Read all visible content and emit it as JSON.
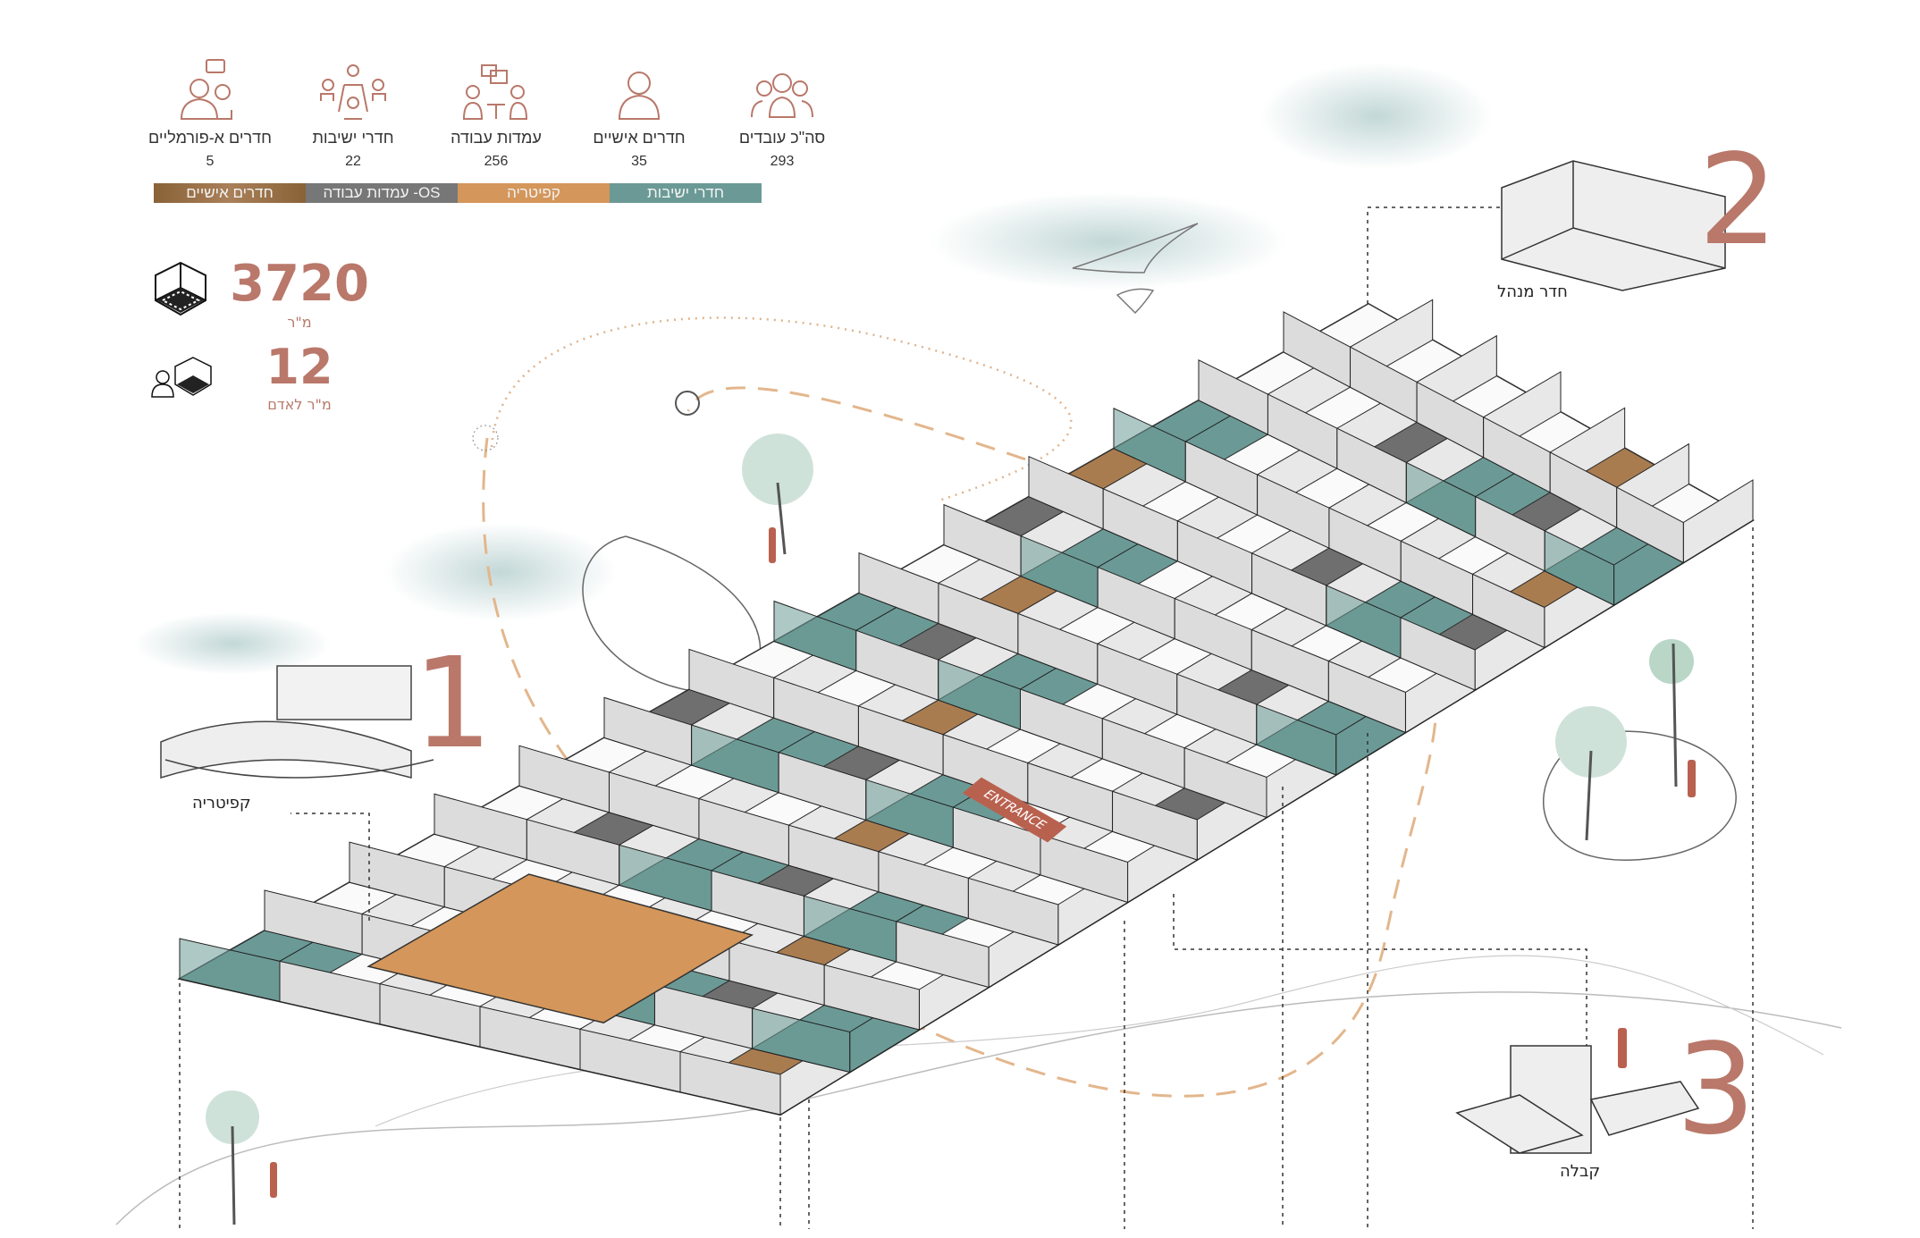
{
  "stats": [
    {
      "label": "סה\"כ עובדים",
      "value": "293",
      "icon": "group-icon"
    },
    {
      "label": "חדרים אישיים",
      "value": "35",
      "icon": "person-icon"
    },
    {
      "label": "עמדות עבודה",
      "value": "256",
      "icon": "discussion-icon"
    },
    {
      "label": "חדרי ישיבות",
      "value": "22",
      "icon": "meeting-table-icon"
    },
    {
      "label": "חדרים א-פורמליים",
      "value": "5",
      "icon": "chat-group-icon"
    }
  ],
  "legend": [
    {
      "label": "חדרי ישיבות",
      "color": "#6b9a96"
    },
    {
      "label": "קפיטריה",
      "color": "#d4965a"
    },
    {
      "label": "OS- עמדות עבודה",
      "color": "#777777"
    },
    {
      "label": "חדרים אישיים",
      "color": "#9c7448"
    }
  ],
  "area": {
    "value": "3720",
    "unit": "מ\"ר"
  },
  "per_person": {
    "value": "12",
    "unit": "מ\"ר לאדם"
  },
  "insets": [
    {
      "number": "1",
      "label": "קפיטריה"
    },
    {
      "number": "2",
      "label": "חדר מנהל"
    },
    {
      "number": "3",
      "label": "קבלה"
    }
  ],
  "entrance_label": "ENTRANCE",
  "colors": {
    "accent": "#b9786a",
    "teal": "#6b9a96"
  }
}
